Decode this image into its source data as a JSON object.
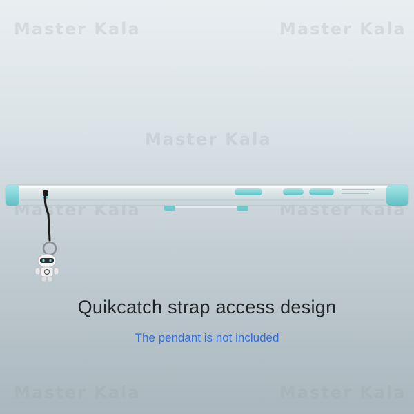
{
  "image": {
    "watermark_text": "Master Kala",
    "caption_main": "Quikcatch strap access design",
    "caption_note": "The pendant is not included",
    "colors": {
      "caption_main": "#1f2326",
      "caption_note": "#2f6fe0",
      "case_accent": "#7fd3d6"
    },
    "icons": {
      "case": "phone-case-side-view",
      "pendant": "robot-pendant-icon"
    }
  }
}
